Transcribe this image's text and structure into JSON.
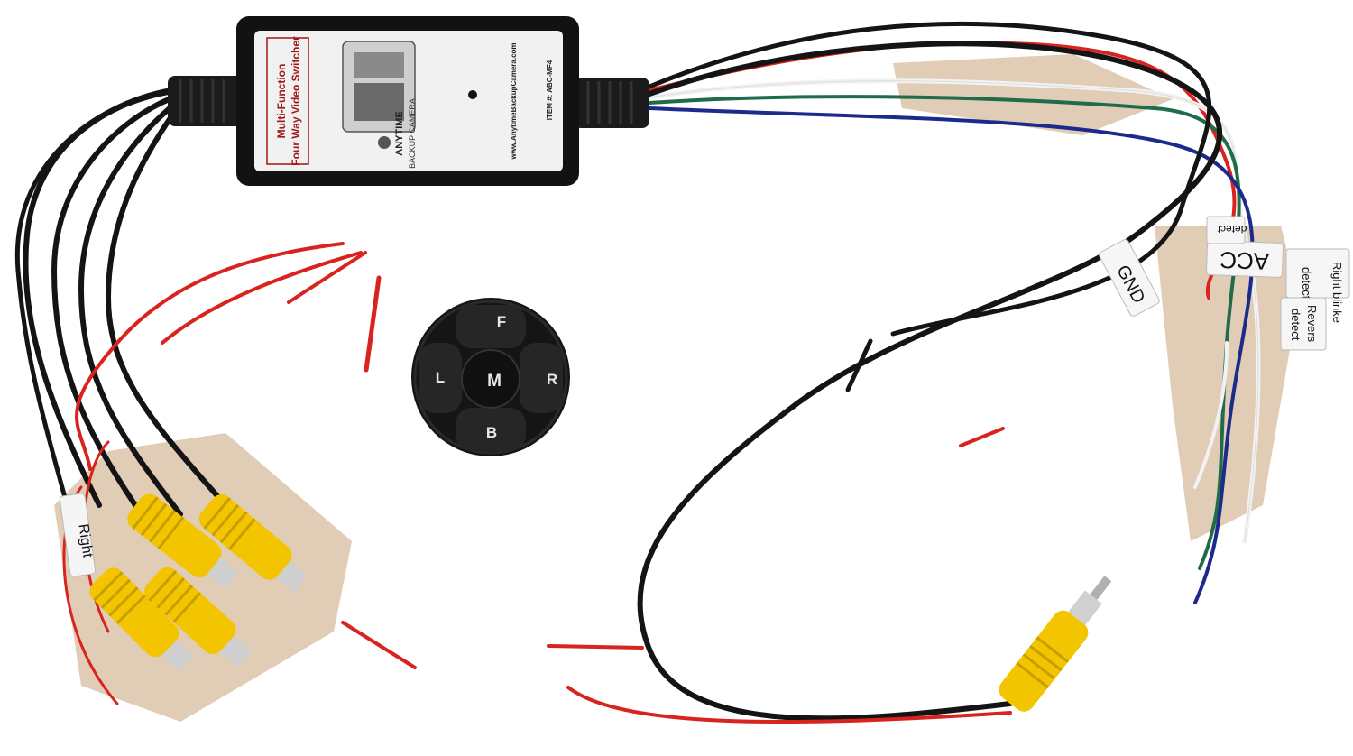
{
  "switcher_box": {
    "title_line1": "Multi-Function",
    "title_line2": "Four Way Video Switcher",
    "brand_line1": "ANYTIME",
    "brand_line2": "BACKUP CAMERA",
    "website": "www.AnytimeBackupCamera.com",
    "item_number": "ITEM #: ABC-MF4"
  },
  "control_pad": {
    "front": "F",
    "back": "B",
    "left": "L",
    "right": "R",
    "middle": "M"
  },
  "wire_tags": {
    "gnd": "GND",
    "acc": "ACC",
    "detect_top": "detect",
    "right_blinker_line1": "Right blinke",
    "right_blinker_line2": "detect",
    "reverse_line1": "Revers",
    "reverse_line2": "detect",
    "right_camera": "Right"
  },
  "colors": {
    "background": "#ffffff",
    "cable_black": "#141414",
    "wire_red": "#d8231f",
    "wire_white": "#f2f2f2",
    "wire_green": "#1f6b4a",
    "wire_blue": "#1c2a8c",
    "rca_yellow": "#f2c500",
    "box_label": "#f1f1f1",
    "cardboard": "#c9a27a"
  }
}
